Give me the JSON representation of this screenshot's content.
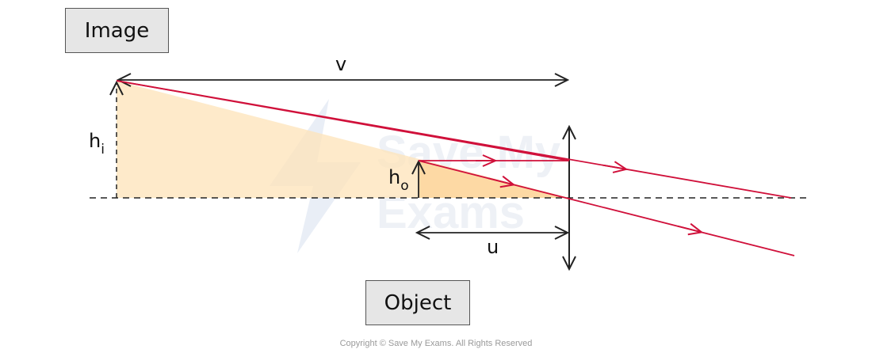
{
  "labels": {
    "image_box": "Image",
    "object_box": "Object",
    "v": "v",
    "u": "u",
    "h": "h",
    "h_i_sub": "i",
    "h_o_sub": "o"
  },
  "watermark": {
    "line1": "Save My",
    "line2": "Exams"
  },
  "copyright": "Copyright © Save My Exams. All Rights Reserved",
  "colors": {
    "ray": "#d0103a",
    "axis": "#222222",
    "triangle_fill": "#fde3b8",
    "box_fill": "#e6e6e6",
    "watermark": "#e9eef6"
  }
}
